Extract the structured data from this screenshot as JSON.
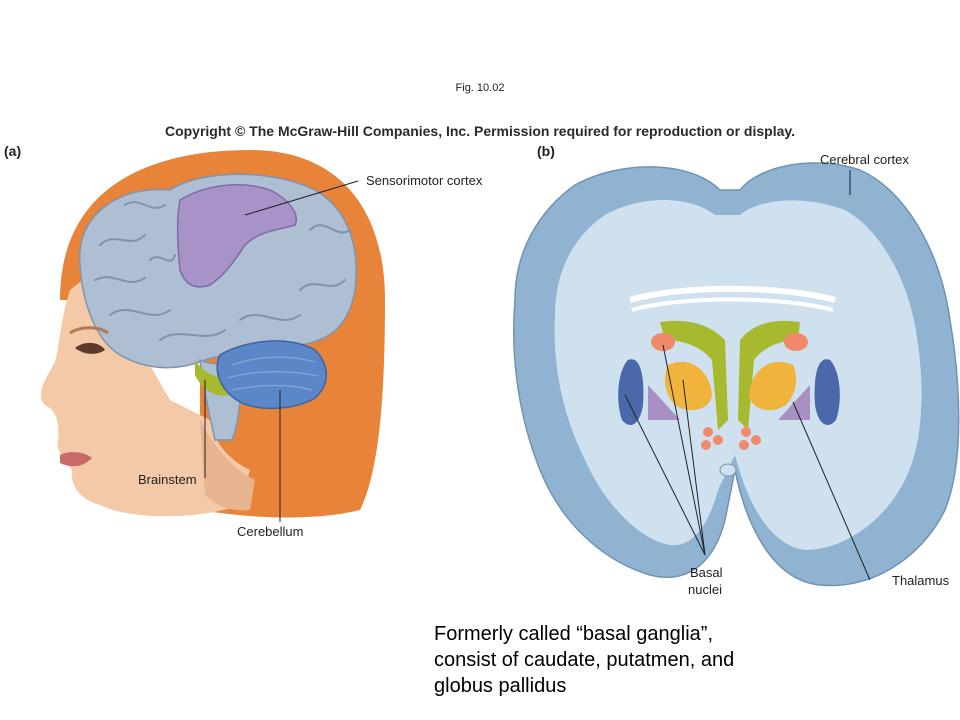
{
  "header": {
    "fig_number": "Fig. 10.02",
    "copyright": "Copyright © The McGraw-Hill Companies, Inc. Permission required for reproduction or display."
  },
  "panel_a": {
    "letter": "(a)",
    "labels": {
      "sensorimotor": "Sensorimotor cortex",
      "brainstem": "Brainstem",
      "cerebellum": "Cerebellum"
    }
  },
  "panel_b": {
    "letter": "(b)",
    "labels": {
      "cortex": "Cerebral cortex",
      "basal_line1": "Basal",
      "basal_line2": "nuclei",
      "thalamus": "Thalamus"
    }
  },
  "caption": {
    "line1": "Formerly called “basal ganglia”,",
    "line2": "consist of caudate, putatmen, and",
    "line3": "globus pallidus"
  },
  "colors": {
    "hair": "#e8843a",
    "skin": "#f3c9a8",
    "brain": "#aebfd3",
    "sensorimotor": "#a893c9",
    "cerebellum": "#5b86c8",
    "cortex_section": "#8fb3d1",
    "white_matter": "#cfe1ee",
    "caudate": "#f0b43c",
    "thalamus": "#a98fc4",
    "globus": "#4a68aa",
    "ventricle": "#a7b92f"
  }
}
